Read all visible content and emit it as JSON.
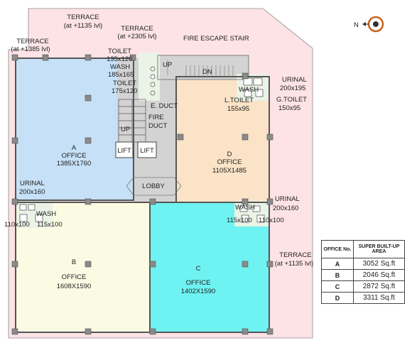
{
  "terraces": [
    {
      "title": "TERRACE",
      "level": "(at +1135 lvl)"
    },
    {
      "title": "TERRACE",
      "level": "(at +2305 lvl)"
    },
    {
      "title": "TERRACE",
      "level": "(at +1385 lvl)"
    },
    {
      "title": "TERRACE",
      "level": "(at +1135 lvl)"
    }
  ],
  "labels": {
    "fire_escape": "FIRE ESCAPE STAIR",
    "up": "UP",
    "dn": "DN",
    "up2": "UP",
    "e_duct": "E. DUCT",
    "fire": "FIRE",
    "duct": "DUCT",
    "lift1": "LIFT",
    "lift2": "LIFT",
    "lobby": "LOBBY",
    "compass_n": "N"
  },
  "services_top": {
    "toilet": "TOILET",
    "toilet_size": "135x120",
    "wash": "WASH",
    "wash_size": "185x165",
    "toilet2": "TOILET",
    "toilet2_size": "175x120"
  },
  "services_right": {
    "urinal": "URINAL",
    "urinal_size": "200x195",
    "wash": "WASH",
    "l_toilet": "L.TOILET",
    "l_toilet_size": "155x95",
    "g_toilet": "G.TOILET",
    "g_toilet_size": "150x95"
  },
  "services_left": {
    "urinal": "URINAL",
    "urinal_size": "200x160",
    "wash": "WASH",
    "size_a": "110x100",
    "size_b": "115x100"
  },
  "services_mid": {
    "urinal": "URINAL",
    "urinal_size": "200x160",
    "wash": "WASH",
    "size_a": "115x100",
    "size_b": "110x100"
  },
  "offices": [
    {
      "id": "A",
      "name": "OFFICE",
      "size": "1385X1760",
      "color": "#c6e0f7"
    },
    {
      "id": "B",
      "name": "OFFICE",
      "size": "1608X1590",
      "color": "#fbfbe4"
    },
    {
      "id": "C",
      "name": "OFFICE",
      "size": "1402X1590",
      "color": "#6ff2f2"
    },
    {
      "id": "D",
      "name": "OFFICE",
      "size": "1105X1485",
      "color": "#fae3c6"
    }
  ],
  "colors": {
    "terrace": "#fde3e6",
    "core": "#d3d3d3",
    "wet": "#e9f3e6"
  },
  "area_table": {
    "col1": "OFFICE No.",
    "col2": "SUPER BUILT-UP AREA",
    "rows": [
      {
        "id": "A",
        "area": "3052 Sq.ft"
      },
      {
        "id": "B",
        "area": "2046 Sq.ft"
      },
      {
        "id": "C",
        "area": "2872 Sq.ft"
      },
      {
        "id": "D",
        "area": "3311 Sq.ft"
      }
    ]
  }
}
